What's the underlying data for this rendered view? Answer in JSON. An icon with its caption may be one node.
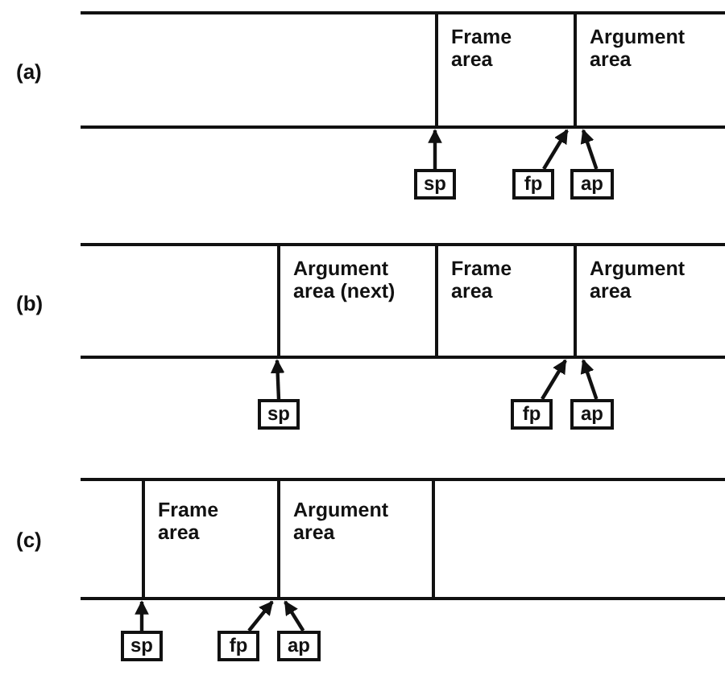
{
  "diagram": {
    "nodes": [
      {
        "text": [
          "Frame area"
        ]
      },
      {
        "text": [
          "Argument area"
        ]
      },
      {
        "text": [
          "sp"
        ]
      },
      {
        "text": [
          "fp"
        ]
      },
      {
        "text": [
          "ap"
        ]
      },
      {
        "text": [
          "Argument area (next)"
        ]
      },
      {
        "text": [
          "Frame area"
        ]
      },
      {
        "text": [
          "Argument area"
        ]
      },
      {
        "text": [
          "sp"
        ]
      },
      {
        "text": [
          "fp"
        ]
      },
      {
        "text": [
          "ap"
        ]
      },
      {
        "text": [
          "Frame area"
        ]
      },
      {
        "text": [
          "Argument area"
        ]
      },
      {
        "text": [
          "sp"
        ]
      },
      {
        "text": [
          "fp"
        ]
      },
      {
        "text": [
          "ap"
        ]
      }
    ],
    "edges": [
      {
        "from": 2,
        "to": 0,
        "arrow": "to"
      },
      {
        "from": 3,
        "to": 0,
        "arrow": "to"
      },
      {
        "from": 4,
        "to": 1,
        "arrow": "to"
      },
      {
        "from": 8,
        "to": 5,
        "arrow": "to"
      },
      {
        "from": 9,
        "to": 6,
        "arrow": "to"
      },
      {
        "from": 10,
        "to": 7,
        "arrow": "to"
      },
      {
        "from": 13,
        "to": 11,
        "arrow": "to"
      },
      {
        "from": 14,
        "to": 11,
        "arrow": "to"
      },
      {
        "from": 15,
        "to": 12,
        "arrow": "to"
      }
    ],
    "labels": [
      "(a)",
      "(b)",
      "(c)"
    ]
  }
}
